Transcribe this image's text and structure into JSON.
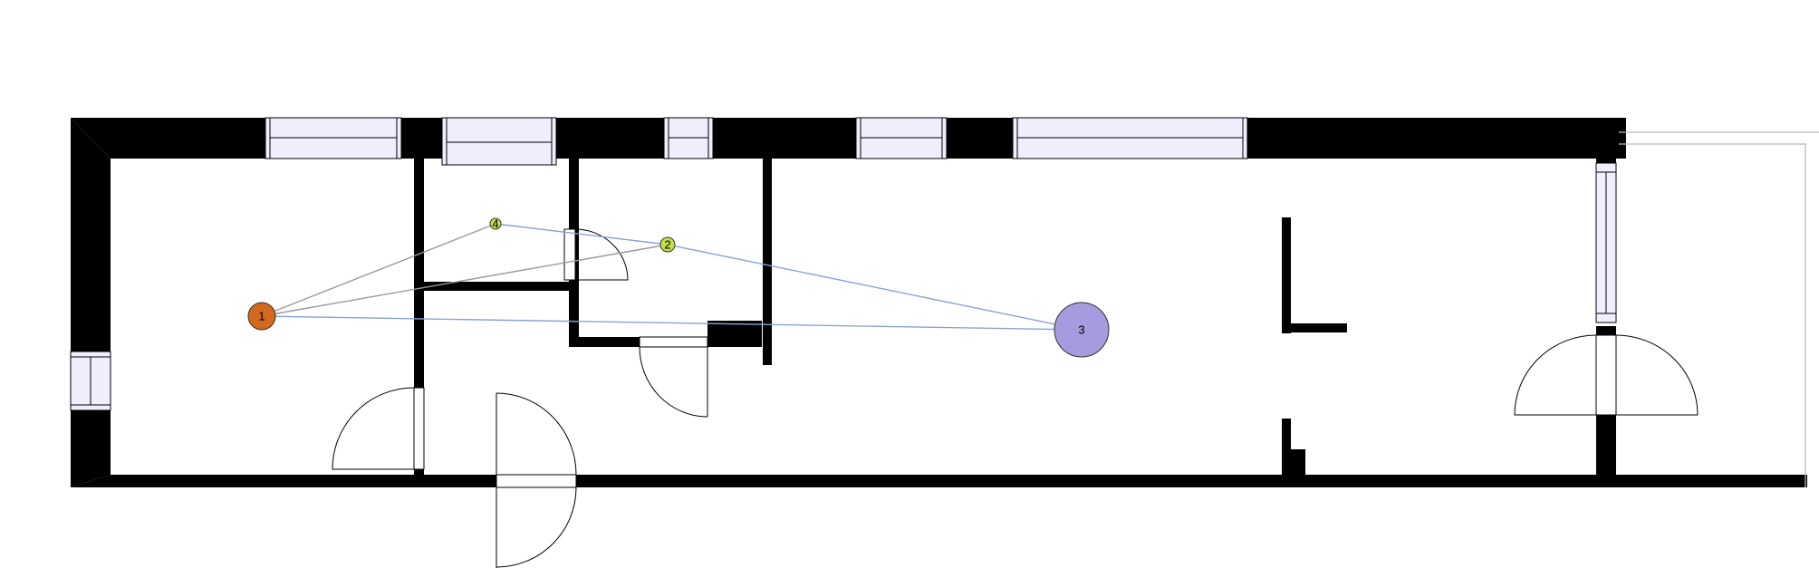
{
  "floor_plan": {
    "colors": {
      "wall": "#000000",
      "window": "#eeeefc",
      "link_grey": "#9a9a9a",
      "link_blue": "#8aa2d8"
    },
    "nodes": [
      {
        "id": "n1",
        "label": "1",
        "color": "#d2691e"
      },
      {
        "id": "n2",
        "label": "2",
        "color": "#c2e04a"
      },
      {
        "id": "n3",
        "label": "3",
        "color": "#a89ade"
      },
      {
        "id": "n4",
        "label": "4",
        "color": "#c2e04a"
      }
    ],
    "links": [
      {
        "from": "n1",
        "to": "n4",
        "color": "grey"
      },
      {
        "from": "n1",
        "to": "n2",
        "color": "grey"
      },
      {
        "from": "n1",
        "to": "n3",
        "color": "blue"
      },
      {
        "from": "n4",
        "to": "n2",
        "color": "blue"
      },
      {
        "from": "n2",
        "to": "n3",
        "color": "blue"
      }
    ]
  }
}
